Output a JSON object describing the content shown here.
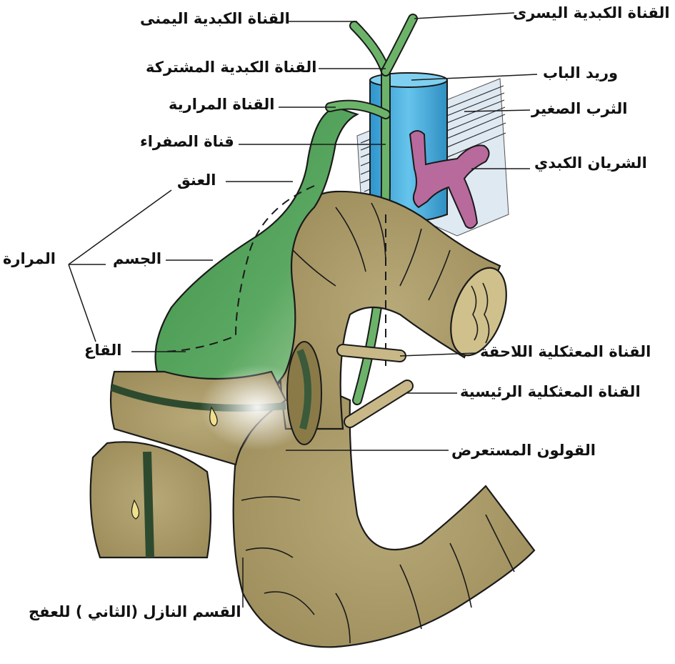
{
  "labels": {
    "right_hepatic_duct": "القناة الكبدية اليسرى",
    "left_hepatic_duct": "القناة الكبدية اليمنى",
    "common_hepatic_duct": "القناة الكبدية المشتركة",
    "portal_vein": "وريد الباب",
    "cystic_duct": "القناة المرارية",
    "lesser_omentum": "الثرب الصغير",
    "bile_duct": "قناة الصفراء",
    "hepatic_artery": "الشريان الكبدي",
    "neck": "العنق",
    "gallbladder": "المرارة",
    "body": "الجسم",
    "fundus": "القاع",
    "accessory_pancreatic_duct": "القناة المعثكلية اللاحقة",
    "main_pancreatic_duct": "القناة المعثكلية الرئيسية",
    "transverse_colon": "القولون المستعرض",
    "descending_duodenum": "القسم النازل (الثاني ) للعفج"
  },
  "colors": {
    "gallbladder_green": "#4d9a55",
    "duct_green": "#6cb36a",
    "portal_blue": "#4fb3e0",
    "artery_purple": "#b86a9c",
    "duodenum_olive": "#a8986a",
    "colon_olive": "#9a8c5a",
    "outline": "#1a1a1a"
  }
}
